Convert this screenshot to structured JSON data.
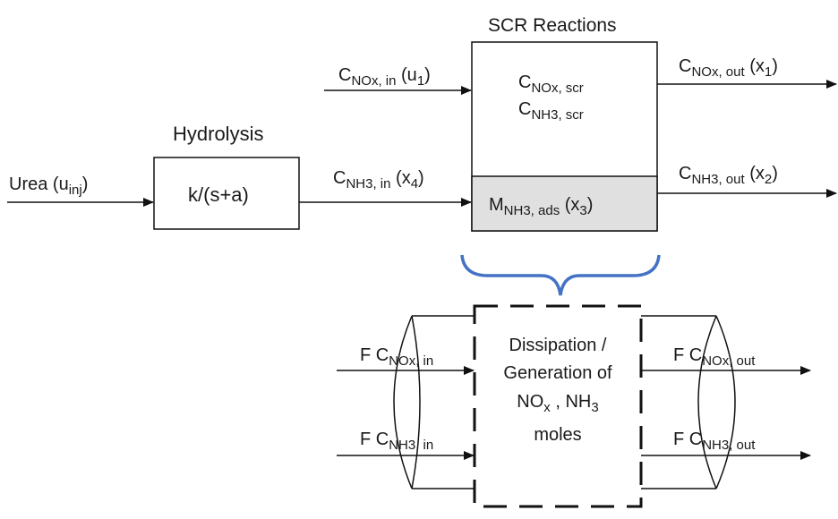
{
  "diagram": {
    "title_scr": "SCR Reactions",
    "title_hydrolysis": "Hydrolysis",
    "urea": {
      "base": "Urea (u",
      "sub": "inj",
      "tail": ")"
    },
    "hydrolysis_tf": "k/(s+a)",
    "c_nox_in": {
      "base": "C",
      "sub": "NOx, in",
      "tail": " (u",
      "sub2": "1",
      "tail2": ")"
    },
    "c_nh3_in": {
      "base": "C",
      "sub": "NH3, in",
      "tail": " (x",
      "sub2": "4",
      "tail2": ")"
    },
    "c_nox_scr": {
      "base": "C",
      "sub": "NOx, scr"
    },
    "c_nh3_scr": {
      "base": "C",
      "sub": "NH3, scr"
    },
    "m_nh3_ads": {
      "base": "M",
      "sub": "NH3, ads",
      "tail": " (x",
      "sub2": "3",
      "tail2": ")"
    },
    "c_nox_out": {
      "base": "C",
      "sub": "NOx, out",
      "tail": " (x",
      "sub2": "1",
      "tail2": ")"
    },
    "c_nh3_out": {
      "base": "C",
      "sub": "NH3, out",
      "tail": " (x",
      "sub2": "2",
      "tail2": ")"
    },
    "f_nox_in": {
      "base": "F C",
      "sub": "NOx, in"
    },
    "f_nh3_in": {
      "base": "F C",
      "sub": "NH3, in"
    },
    "f_nox_out": {
      "base": "F C",
      "sub": "NOx, out"
    },
    "f_nh3_out": {
      "base": "F C",
      "sub": "NH3, out"
    },
    "dissipation": {
      "line1": "Dissipation /",
      "line2": "Generation of",
      "line3": {
        "a": "NO",
        "a_sub": "x",
        "b": " , NH",
        "b_sub": "3"
      },
      "line4": "moles"
    },
    "colors": {
      "stroke": "#111111",
      "adsorbed_fill": "#e0e0e0",
      "brace": "#4472c4"
    }
  }
}
